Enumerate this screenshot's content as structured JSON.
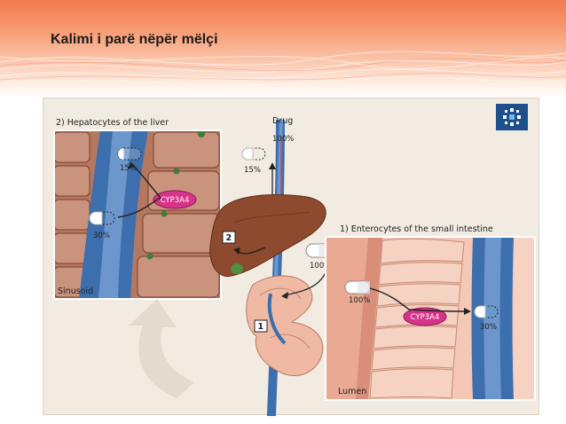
{
  "slide": {
    "title": "Kalimi i parë nëpër mëlçi"
  },
  "figure": {
    "liver_panel_title": "2) Hepatocytes of the liver",
    "intestine_panel_title": "1) Enterocytes of the small intestine",
    "drug_label": "Drug",
    "drug_percent": "100%",
    "liver_out_percent": "15%",
    "liver_in_percent": "30%",
    "vessel_out_percent": "15%",
    "intestine_dose_percent": "100%",
    "enterocyte_in_percent": "100%",
    "enterocyte_out_percent": "30%",
    "enzyme_liver": "CYP3A4",
    "enzyme_intestine": "CYP3A4",
    "sinusoid_label": "Sinusoid",
    "lumen_label": "Lumen",
    "step_one": "1",
    "step_two": "2",
    "colors": {
      "enzyme": "#d6338a",
      "vessel": "#3d6fae",
      "liver": "#8e4a2e",
      "cells": "#c9937d",
      "intestine": "#efb9a3"
    }
  }
}
